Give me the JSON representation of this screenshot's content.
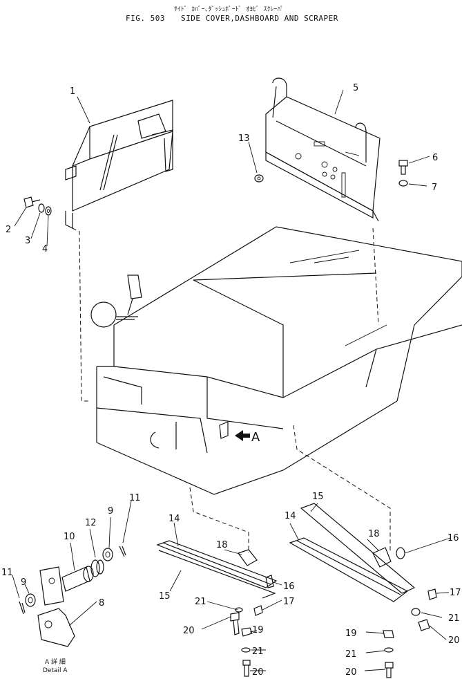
{
  "header": {
    "japanese": "ｻｲﾄﾞ ｶﾊﾞｰ､ﾀﾞｯｼｭﾎﾞｰﾄﾞ ｵﾖﾋﾞ ｽｸﾚｰﾊﾟ",
    "figure": "FIG. 503",
    "title": "SIDE COVER,DASHBOARD AND SCRAPER"
  },
  "detail": {
    "jp": "A 詳 細",
    "en": "Detail A",
    "arrow_label": "A"
  },
  "callouts": [
    {
      "id": "c1",
      "n": "1"
    },
    {
      "id": "c2",
      "n": "2"
    },
    {
      "id": "c3",
      "n": "3"
    },
    {
      "id": "c4",
      "n": "4"
    },
    {
      "id": "c5",
      "n": "5"
    },
    {
      "id": "c6",
      "n": "6"
    },
    {
      "id": "c7",
      "n": "7"
    },
    {
      "id": "c13",
      "n": "13"
    },
    {
      "id": "c8",
      "n": "8"
    },
    {
      "id": "c9a",
      "n": "9"
    },
    {
      "id": "c9b",
      "n": "9"
    },
    {
      "id": "c10",
      "n": "10"
    },
    {
      "id": "c11a",
      "n": "11"
    },
    {
      "id": "c11b",
      "n": "11"
    },
    {
      "id": "c12",
      "n": "12"
    },
    {
      "id": "c14a",
      "n": "14"
    },
    {
      "id": "c15a",
      "n": "15"
    },
    {
      "id": "c16a",
      "n": "16"
    },
    {
      "id": "c17a",
      "n": "17"
    },
    {
      "id": "c18a",
      "n": "18"
    },
    {
      "id": "c19a",
      "n": "19"
    },
    {
      "id": "c20a",
      "n": "20"
    },
    {
      "id": "c20b",
      "n": "20"
    },
    {
      "id": "c21a",
      "n": "21"
    },
    {
      "id": "c21b",
      "n": "21"
    },
    {
      "id": "c14b",
      "n": "14"
    },
    {
      "id": "c15b",
      "n": "15"
    },
    {
      "id": "c16b",
      "n": "16"
    },
    {
      "id": "c17b",
      "n": "17"
    },
    {
      "id": "c18b",
      "n": "18"
    },
    {
      "id": "c19b",
      "n": "19"
    },
    {
      "id": "c20c",
      "n": "20"
    },
    {
      "id": "c20d",
      "n": "20"
    },
    {
      "id": "c21c",
      "n": "21"
    },
    {
      "id": "c21d",
      "n": "21"
    }
  ]
}
